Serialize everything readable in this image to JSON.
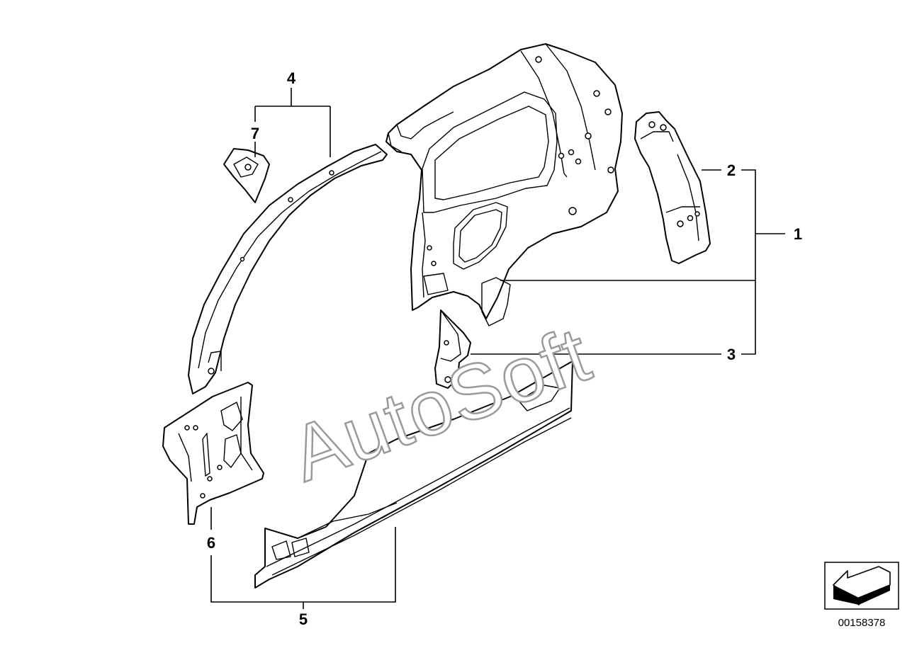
{
  "callouts": {
    "c1": "1",
    "c2": "2",
    "c3": "3",
    "c4": "4",
    "c5": "5",
    "c6": "6",
    "c7": "7"
  },
  "watermark": "AutoSoft",
  "document_number": "00158378",
  "icons": {
    "orientation": "direction-arrow-icon"
  },
  "colors": {
    "line": "#000000",
    "watermark_outline": "#9a9a9a",
    "background": "#ffffff"
  }
}
